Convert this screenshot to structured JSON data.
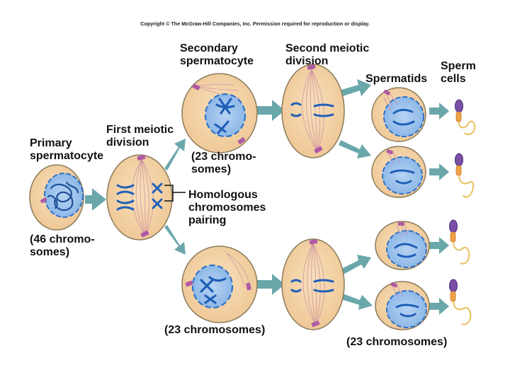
{
  "copyright": "Copyright © The McGraw-Hill Companies, Inc. Permission required for reproduction or display.",
  "labels": {
    "primary_spermatocyte": [
      "Primary",
      "spermatocyte"
    ],
    "primary_count": [
      "(46 chromo-",
      "somes)"
    ],
    "first_meiotic_division": [
      "First meiotic",
      "division"
    ],
    "secondary_spermatocyte": [
      "Secondary",
      "spermatocyte"
    ],
    "secondary_top_count": [
      "(23 chromo-",
      "somes)"
    ],
    "homologous_pairing": [
      "Homologous",
      "chromosomes",
      "pairing"
    ],
    "secondary_bottom_count": "(23 chromosomes)",
    "second_meiotic_division": [
      "Second meiotic",
      "division"
    ],
    "spermatids": "Spermatids",
    "sperm_cells": [
      "Sperm",
      "cells"
    ],
    "final_count": "(23 chromosomes)"
  },
  "colors": {
    "cell_fill": "#f5d6a7",
    "cell_outline": "#8a7a5a",
    "nucleus_fill": "#9fc4ea",
    "nucleus_outline": "#2f72c9",
    "chromosome": "#1f5fb8",
    "centrosome": "#b05aa6",
    "arrow": "#6aa7ab",
    "spindle": "#c98aa8",
    "sperm_head": "#7a4fa6",
    "sperm_midpiece": "#f0a24a",
    "sperm_tail": "#e8c060"
  }
}
